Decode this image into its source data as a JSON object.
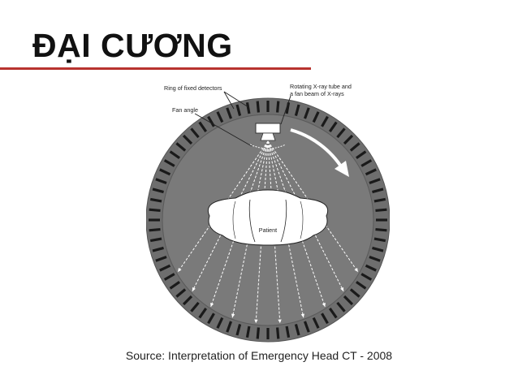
{
  "slide": {
    "title": "ĐẠI CƯƠNG",
    "source": "Source: Interpretation of Emergency Head CT - 2008"
  },
  "figure": {
    "labels": {
      "ring_detectors": "Ring of fixed detectors",
      "fan_angle": "Fan angle",
      "tube_line1": "Rotating X-ray tube and",
      "tube_line2": "a fan beam of X-rays",
      "patient": "Patient"
    },
    "colors": {
      "accent_rule": "#b8332f",
      "gantry": "#6e6e6e",
      "bore": "#7a7a7a",
      "detector": "#1a1a1a"
    },
    "detector_count": 72,
    "beam_count": 10
  }
}
